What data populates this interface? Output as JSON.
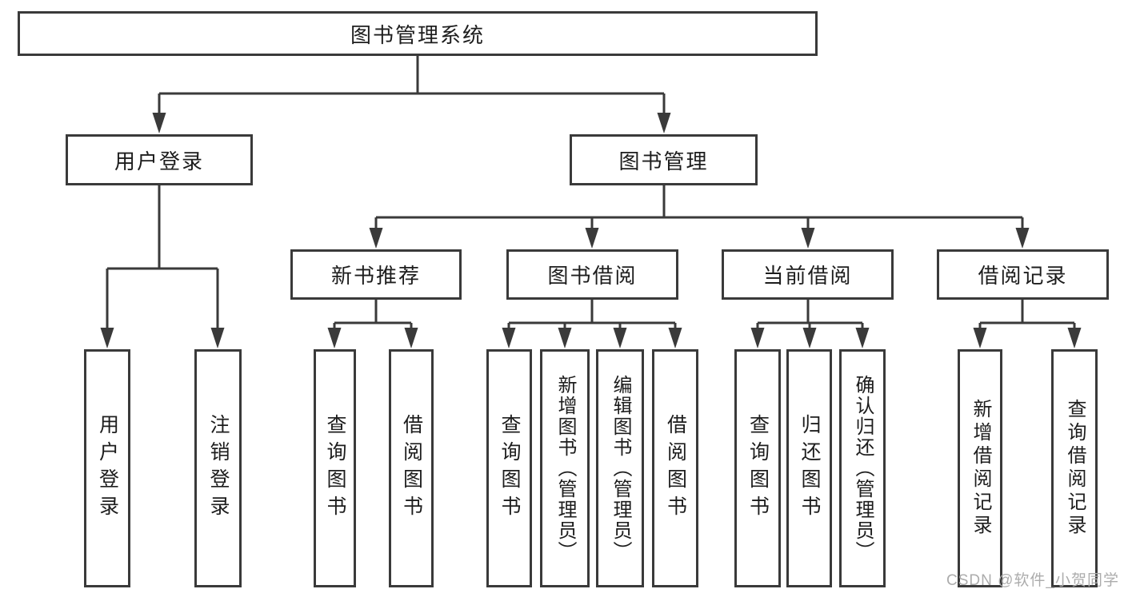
{
  "diagram_title": "图书管理系统",
  "nodes": {
    "root": "图书管理系统",
    "userLogin": "用户登录",
    "bookMgmt": "图书管理",
    "newBook": "新书推荐",
    "bookBorrow": "图书借阅",
    "currentBorrow": "当前借阅",
    "borrowRecord": "借阅记录",
    "leaves": {
      "userLogin": [
        "用户登录",
        "注销登录"
      ],
      "newBook": [
        "查询图书",
        "借阅图书"
      ],
      "bookBorrow": [
        "查询图书",
        "新增图书（管理员）",
        "编辑图书（管理员）",
        "借阅图书"
      ],
      "currentBorrow": [
        "查询图书",
        "归还图书",
        "确认归还（管理员）"
      ],
      "borrowRecord": [
        "新增借阅记录",
        "查询借阅记录"
      ]
    }
  },
  "watermark": "CSDN @软件_小贺同学",
  "colors": {
    "line": "#3a3a3a",
    "text": "#1d1d1d",
    "watermark": "#acacac",
    "background": "#ffffff"
  }
}
